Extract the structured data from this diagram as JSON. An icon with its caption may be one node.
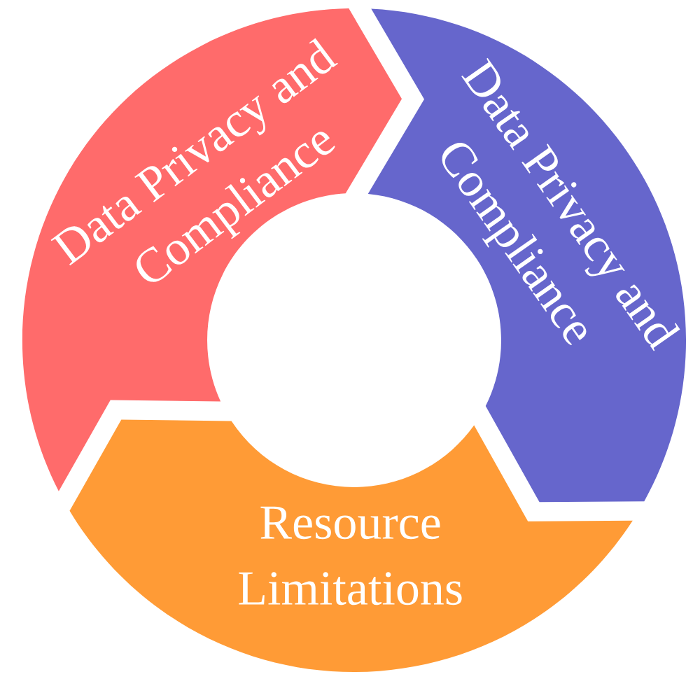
{
  "diagram": {
    "nodes": [
      {
        "text": [
          "Data Privacy and Compliance"
        ]
      },
      {
        "text": [
          "Data Privacy and Compliance"
        ]
      },
      {
        "text": [
          "Resource Limitations"
        ]
      }
    ]
  }
}
